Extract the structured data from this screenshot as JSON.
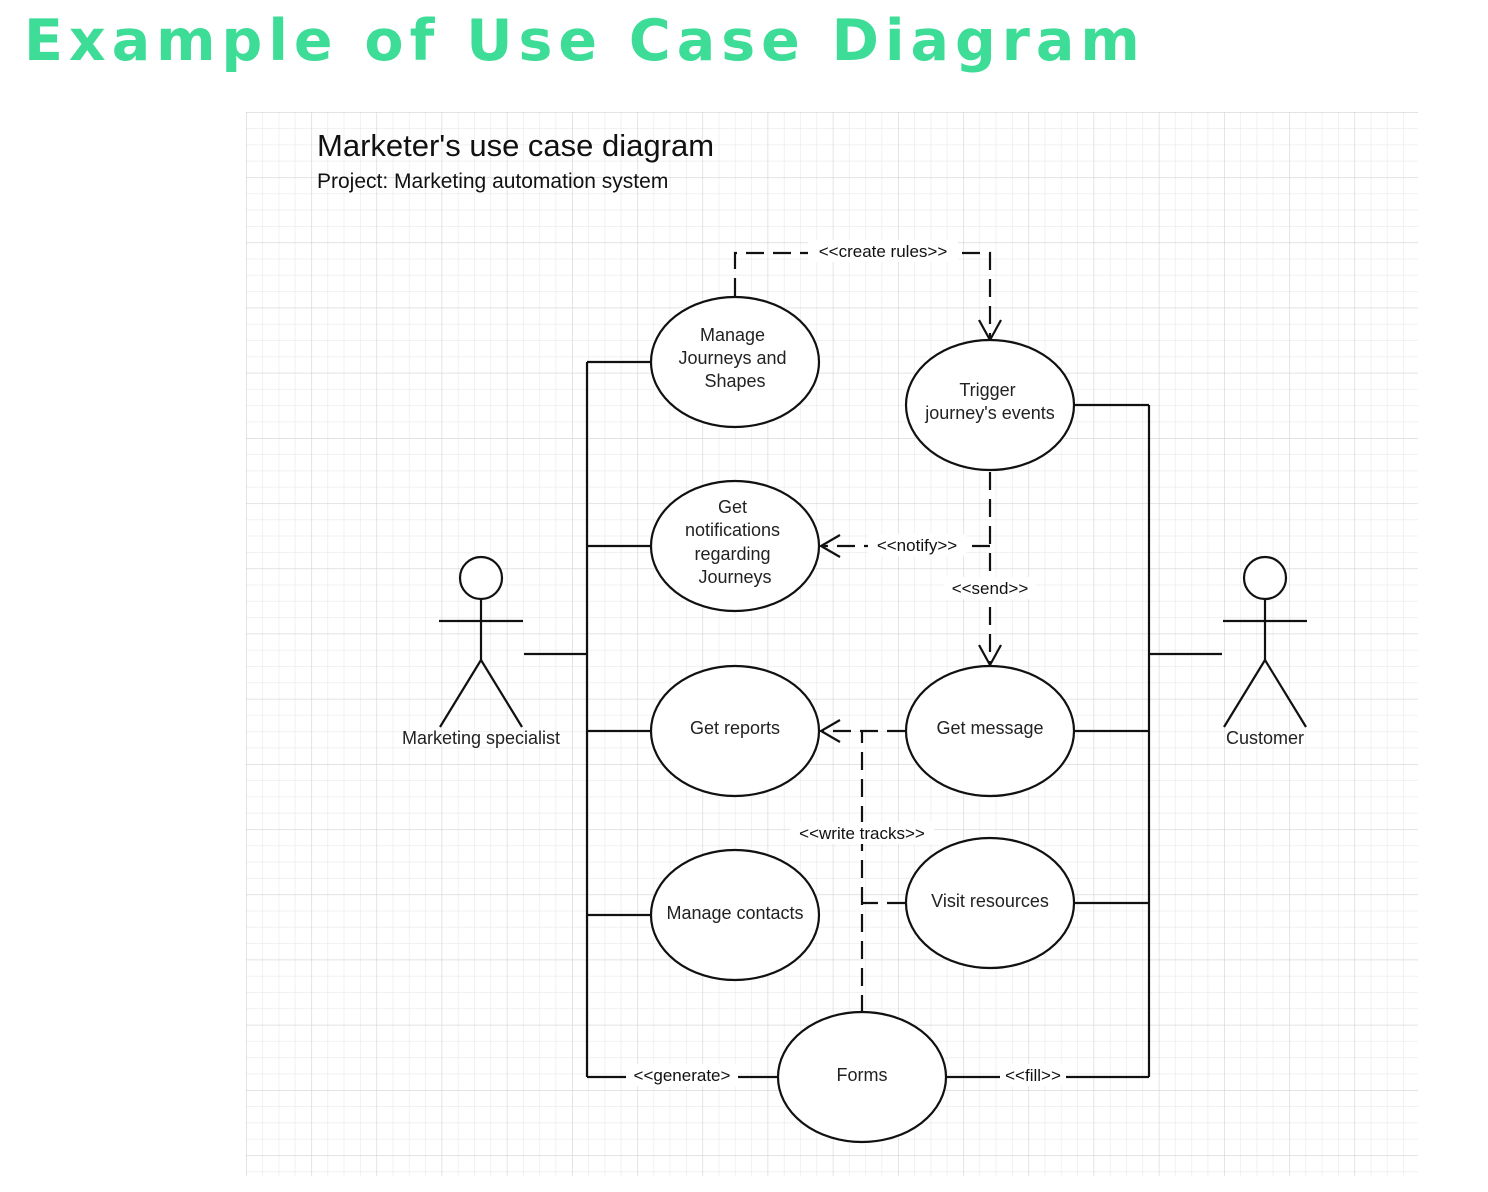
{
  "slide_title": "Example of Use Case Diagram",
  "diagram": {
    "title": "Marketer's use case diagram",
    "subtitle": "Project: Marketing automation system"
  },
  "actors": {
    "marketing_specialist": "Marketing specialist",
    "customer": "Customer"
  },
  "use_cases": {
    "manage_journeys": [
      "Manage",
      "Journeys and",
      "Shapes"
    ],
    "trigger_events": [
      "Trigger",
      "journey's events"
    ],
    "get_notifications": [
      "Get",
      "notifications",
      "regarding",
      "Journeys"
    ],
    "get_reports": [
      "Get reports"
    ],
    "get_message": [
      "Get message"
    ],
    "manage_contacts": [
      "Manage contacts"
    ],
    "visit_resources": [
      "Visit resources"
    ],
    "forms": [
      "Forms"
    ]
  },
  "relationships": {
    "create_rules": "<<create rules>>",
    "notify": "<<notify>>",
    "send": "<<send>>",
    "write_tracks": "<<write tracks>>",
    "generate": "<<generate>",
    "fill": "<<fill>>"
  }
}
